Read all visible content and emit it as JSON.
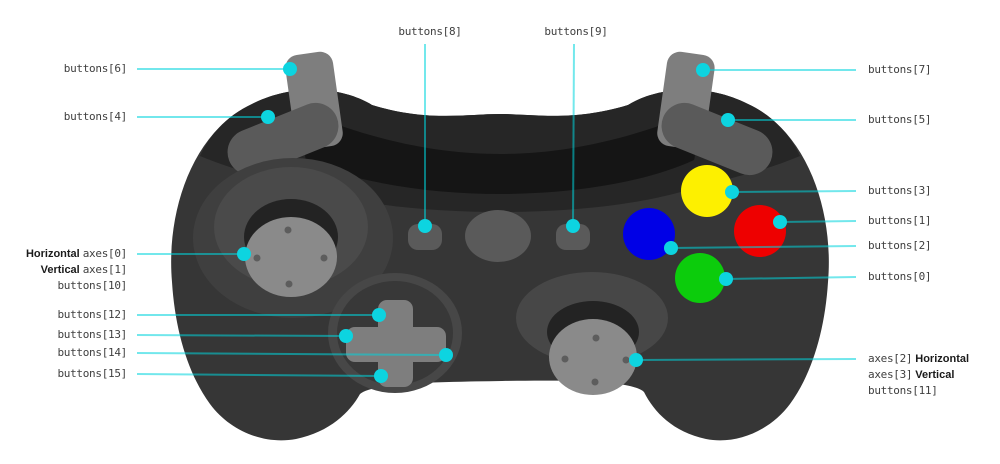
{
  "labels": {
    "top": {
      "b8": "buttons[8]",
      "b9": "buttons[9]"
    },
    "shoulders": {
      "b6": "buttons[6]",
      "b4": "buttons[4]",
      "b7": "buttons[7]",
      "b5": "buttons[5]"
    },
    "face": {
      "b3": "buttons[3]",
      "b1": "buttons[1]",
      "b2": "buttons[2]",
      "b0": "buttons[0]"
    },
    "left_stick": {
      "h_word": "Horizontal",
      "h_code": "axes[0]",
      "v_word": "Vertical",
      "v_code": "axes[1]",
      "press": "buttons[10]"
    },
    "dpad": {
      "b12": "buttons[12]",
      "b13": "buttons[13]",
      "b14": "buttons[14]",
      "b15": "buttons[15]"
    },
    "right_stick": {
      "h_code": "axes[2]",
      "h_word": "Horizontal",
      "v_code": "axes[3]",
      "v_word": "Vertical",
      "press": "buttons[11]"
    }
  },
  "colors": {
    "leader_line": "#00d5dd",
    "leader_dot": "#0dd4e0",
    "face_yellow": "#fdf000",
    "face_red": "#ee0000",
    "face_blue": "#0000e6",
    "face_green": "#0ccc0c"
  }
}
